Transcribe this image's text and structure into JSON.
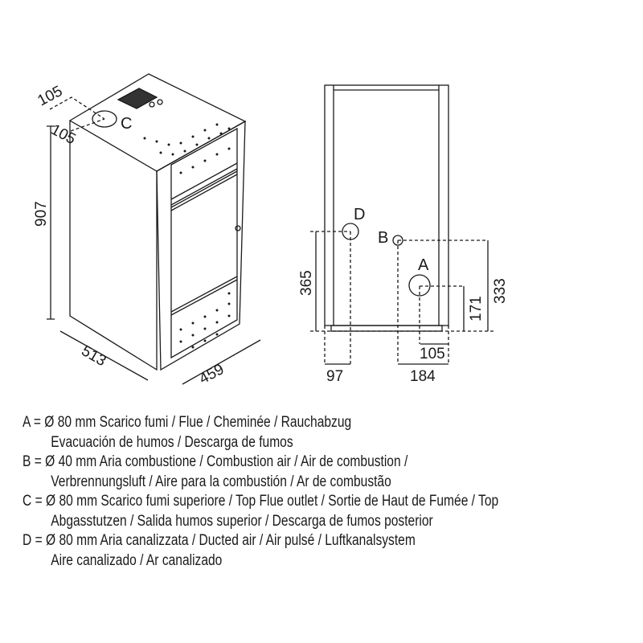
{
  "perspective_view": {
    "dim_top_1": "105",
    "dim_top_2": "105",
    "label_c": "C",
    "dim_height": "907",
    "dim_depth": "513",
    "dim_width": "459"
  },
  "rear_view": {
    "label_d": "D",
    "label_b": "B",
    "label_a": "A",
    "dim_d_height": "365",
    "dim_b_height": "333",
    "dim_a_height": "171",
    "dim_d_offset": "97",
    "dim_b_offset": "184",
    "dim_a_offset": "105"
  },
  "legend": [
    {
      "line": "A = Ø 80 mm  Scarico fumi / Flue / Cheminée / Rauchabzug",
      "sub": "Evacuación de humos / Descarga de fumos"
    },
    {
      "line": "B = Ø 40 mm  Aria combustione / Combustion air / Air de combustion /",
      "sub": "Verbrennungsluft / Aire para la combustión / Ar de combustão"
    },
    {
      "line": "C = Ø 80 mm  Scarico fumi superiore / Top Flue outlet / Sortie de Haut de Fumée / Top",
      "sub": "Abgasstutzen / Salida humos superior / Descarga de fumos posterior"
    },
    {
      "line": "D = Ø 80 mm  Aria canalizzata / Ducted air / Air pulsé / Luftkanalsystem",
      "sub": "Aire canalizado / Ar canalizado"
    }
  ]
}
